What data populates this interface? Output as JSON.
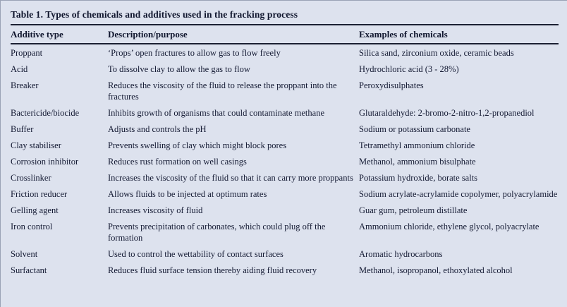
{
  "colors": {
    "background": "#dde2ee",
    "text": "#141a33",
    "rule": "#1b2033"
  },
  "table": {
    "title": "Table 1. Types of chemicals and additives used in the fracking process",
    "columns": {
      "additive": "Additive type",
      "description": "Description/purpose",
      "examples": "Examples of chemicals"
    },
    "rows": [
      {
        "additive": "Proppant",
        "description": "‘Props’ open fractures to allow gas to flow freely",
        "examples": "Silica sand, zirconium oxide, ceramic beads"
      },
      {
        "additive": "Acid",
        "description": "To dissolve clay to allow the gas to flow",
        "examples": "Hydrochloric acid (3 - 28%)"
      },
      {
        "additive": "Breaker",
        "description": "Reduces the viscosity of the fluid to release the proppant into the fractures",
        "examples": "Peroxydisulphates"
      },
      {
        "additive": "Bactericide/biocide",
        "description": "Inhibits growth of organisms that could contaminate methane",
        "examples": "Glutaraldehyde: 2-bromo-2-nitro-1,2-propanediol"
      },
      {
        "additive": "Buffer",
        "description": "Adjusts and controls the pH",
        "examples": "Sodium or potassium carbonate"
      },
      {
        "additive": "Clay stabiliser",
        "description": "Prevents swelling of clay which might block pores",
        "examples": "Tetramethyl ammonium chloride"
      },
      {
        "additive": "Corrosion inhibitor",
        "description": "Reduces rust formation on well casings",
        "examples": "Methanol, ammonium bisulphate"
      },
      {
        "additive": "Crosslinker",
        "description": "Increases the viscosity of the fluid so that it can carry more proppants",
        "examples": "Potassium hydroxide, borate salts"
      },
      {
        "additive": "Friction reducer",
        "description": "Allows fluids to be injected at optimum rates",
        "examples": "Sodium acrylate-acrylamide copolymer, polyacrylamide"
      },
      {
        "additive": "Gelling agent",
        "description": "Increases viscosity of fluid",
        "examples": "Guar gum, petroleum distillate"
      },
      {
        "additive": "Iron control",
        "description": "Prevents precipitation of carbonates, which could plug off the formation",
        "examples": "Ammonium chloride, ethylene glycol, polyacrylate"
      },
      {
        "additive": "Solvent",
        "description": "Used to control the wettability of contact surfaces",
        "examples": "Aromatic hydrocarbons"
      },
      {
        "additive": "Surfactant",
        "description": "Reduces fluid surface tension thereby aiding fluid recovery",
        "examples": "Methanol, isopropanol, ethoxylated alcohol"
      }
    ]
  }
}
